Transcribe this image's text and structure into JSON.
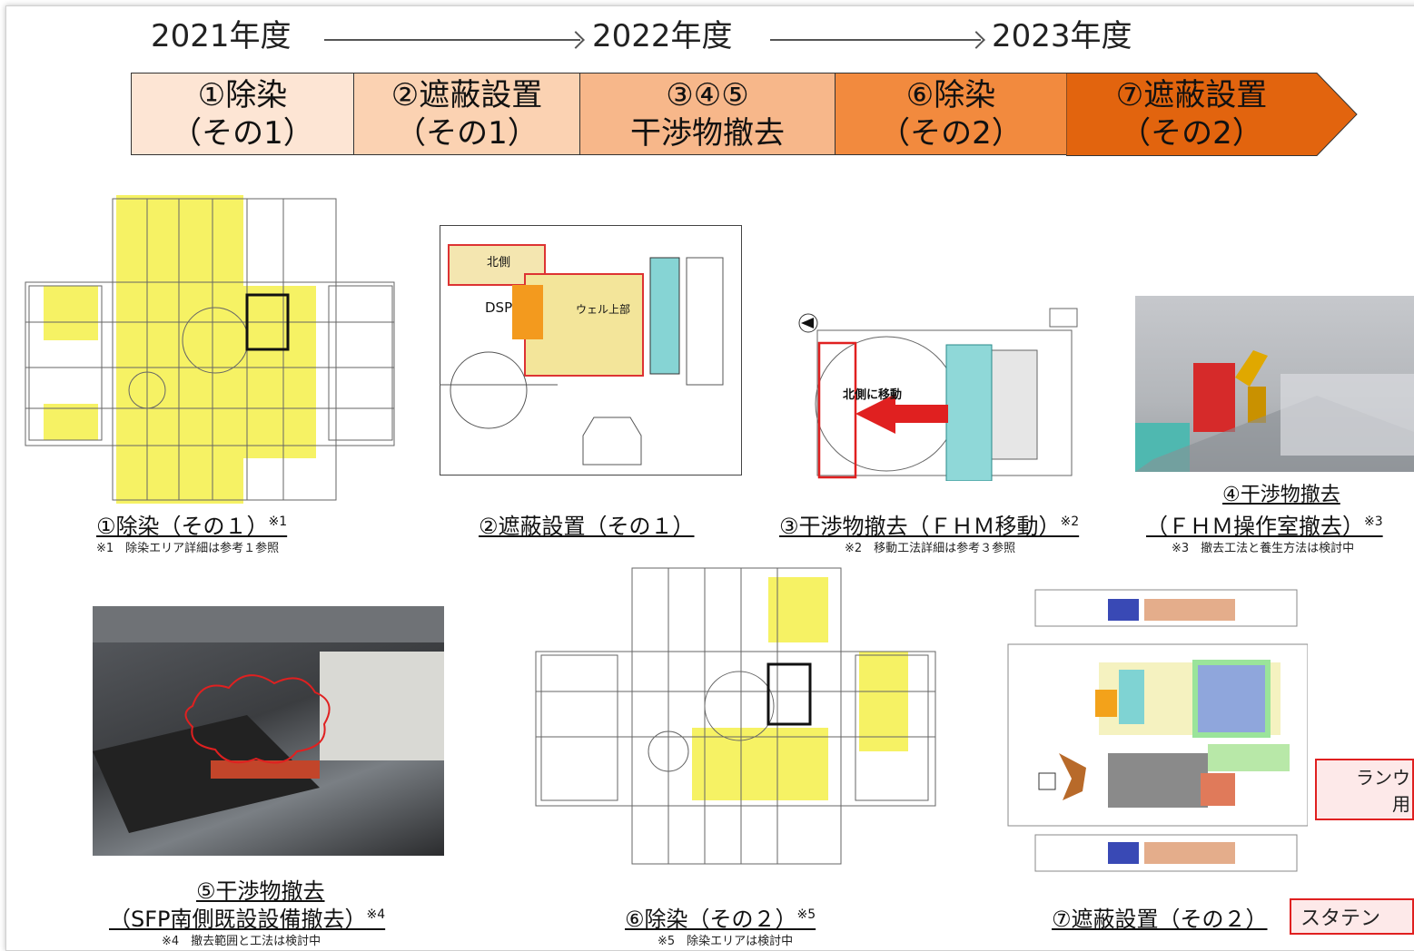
{
  "timeline": {
    "years": [
      "2021年度",
      "2022年度",
      "2023年度"
    ],
    "phases": [
      {
        "line1": "①除染",
        "line2": "（その1）",
        "color": "#fde5d4"
      },
      {
        "line1": "②遮蔽設置",
        "line2": "（その1）",
        "color": "#fbd2b2"
      },
      {
        "line1": "③④⑤",
        "line2": "干渉物撤去",
        "color": "#f7b78a"
      },
      {
        "line1": "⑥除染",
        "line2": "（その2）",
        "color": "#f28a3e"
      },
      {
        "line1": "⑦遮蔽設置",
        "line2": "（その2）",
        "color": "#e2640e"
      }
    ]
  },
  "panels": {
    "p1": {
      "caption": "①除染（その１）",
      "mark": "※1",
      "note": "※1　除染エリア詳細は参考１参照"
    },
    "p2": {
      "caption": "②遮蔽設置（その１）",
      "labels": {
        "north": "北側",
        "dsp": "DSP",
        "well": "ウェル上部"
      }
    },
    "p3": {
      "caption": "③干渉物撤去（ＦＨＭ移動）",
      "mark": "※2",
      "note": "※2　移動工法詳細は参考３参照",
      "arrow_label": "北側に移動"
    },
    "p4": {
      "title": "④干渉物撤去",
      "caption": "（ＦＨＭ操作室撤去）",
      "mark": "※3",
      "note": "※3　撤去工法と養生方法は検討中"
    },
    "p5": {
      "title": "⑤干渉物撤去",
      "caption": "（SFP南側既設設備撤去）",
      "mark": "※4",
      "note": "※4　撤去範囲と工法は検討中"
    },
    "p6": {
      "caption": "⑥除染（その２）",
      "mark": "※5",
      "note": "※5　除染エリアは検討中"
    },
    "p7": {
      "caption": "⑦遮蔽設置（その２）",
      "box1_line1": "ランウ",
      "box1_line2": "用",
      "box2": "スタテン"
    }
  },
  "colors": {
    "highlight": "#f6f264",
    "shield_cyan": "#7fd3d3",
    "accent_red": "#e02020"
  }
}
